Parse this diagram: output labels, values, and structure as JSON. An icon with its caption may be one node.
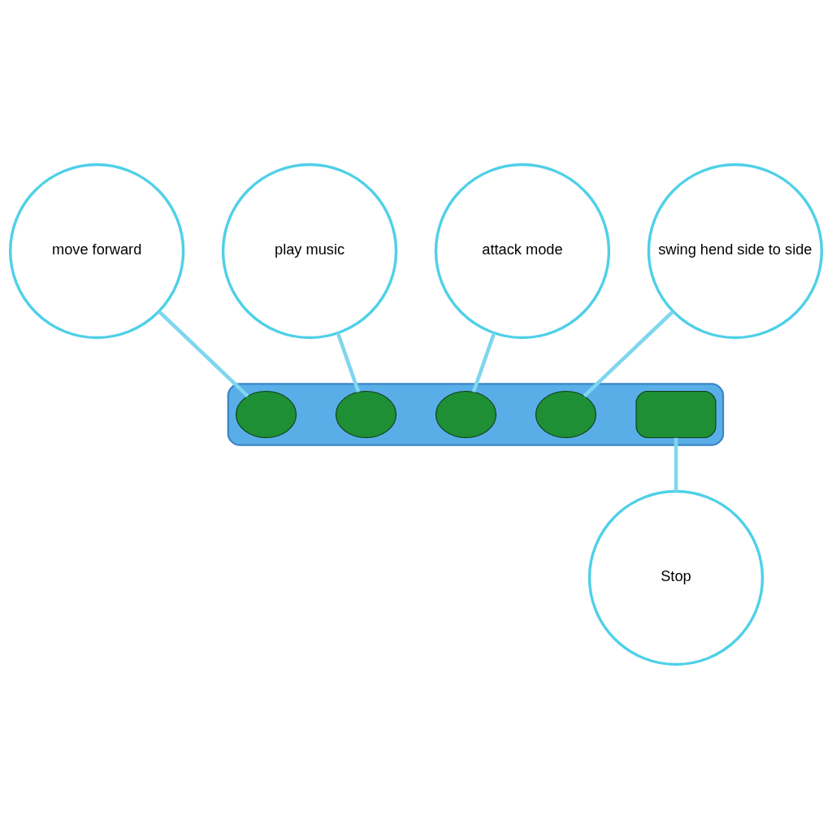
{
  "diagram": {
    "nodes": [
      {
        "text": [
          "play music"
        ]
      },
      {
        "text": [
          "attack mode"
        ]
      },
      {
        "text": [
          "move forward"
        ]
      },
      {
        "text": [
          "swing hend side to side"
        ]
      },
      {
        "text": [],
        "shape": "picture"
      },
      {
        "text": [],
        "shape": "ellipse",
        "in": 4
      },
      {
        "text": [],
        "shape": "ellipse",
        "in": 4
      },
      {
        "text": [],
        "shape": "ellipse",
        "in": 4
      },
      {
        "text": [],
        "shape": "ellipse",
        "in": 4
      },
      {
        "text": [],
        "shape": "box",
        "in": 4
      },
      {
        "text": [
          "Stop"
        ]
      }
    ],
    "edges": [
      {
        "from": 6,
        "to": 0,
        "arrow": "none"
      },
      {
        "from": 7,
        "to": 1,
        "arrow": "none"
      },
      {
        "from": 5,
        "to": 2,
        "arrow": "none"
      },
      {
        "from": 8,
        "to": 3,
        "arrow": "none"
      },
      {
        "from": 9,
        "to": 10,
        "arrow": "none"
      }
    ]
  }
}
